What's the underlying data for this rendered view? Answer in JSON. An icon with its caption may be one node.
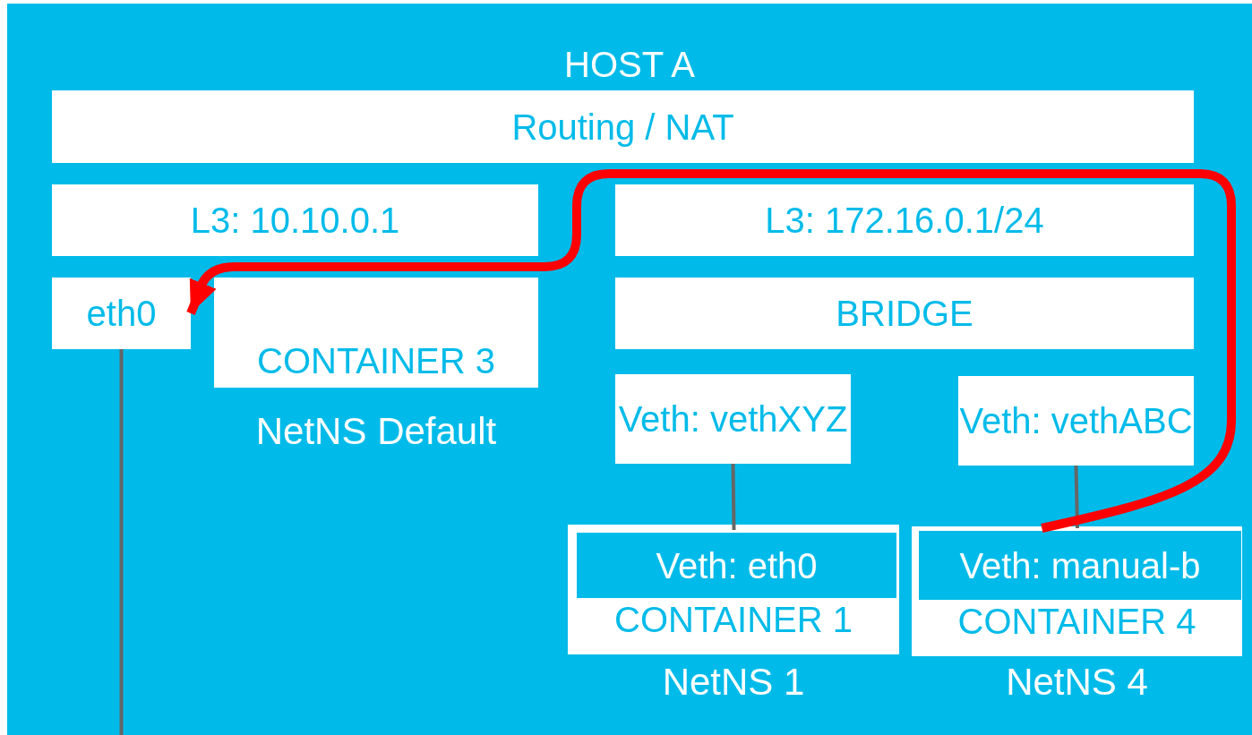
{
  "diagram": {
    "nodes": [
      {
        "text": [
          "HOST A"
        ]
      },
      {
        "text": [
          "Routing / NAT"
        ],
        "in": 0
      },
      {
        "text": [
          "L3: 10.10.0.1"
        ],
        "in": 0
      },
      {
        "text": [
          "L3: 172.16.0.1/24"
        ],
        "in": 0
      },
      {
        "text": [
          "eth0"
        ],
        "in": 0
      },
      {
        "text": [
          "CONTAINER 3"
        ],
        "in": 0
      },
      {
        "text": [
          "BRIDGE"
        ],
        "in": 0
      },
      {
        "text": [
          "Veth: vethXYZ"
        ],
        "in": 0
      },
      {
        "text": [
          "Veth: vethABC"
        ],
        "in": 0
      },
      {
        "text": [
          "CONTAINER 1"
        ],
        "in": 0,
        "beside": [
          "NetNS 1"
        ]
      },
      {
        "text": [
          "Veth: eth0"
        ],
        "in": 9
      },
      {
        "text": [
          "CONTAINER 4"
        ],
        "in": 0,
        "beside": [
          "NetNS 4"
        ]
      },
      {
        "text": [
          "Veth: manual-b"
        ],
        "in": 11
      }
    ],
    "edges": [
      {
        "from": 7,
        "to": 10,
        "arrow": "none"
      },
      {
        "from": 8,
        "to": 12,
        "arrow": "none"
      },
      {
        "from": 4,
        "to": null,
        "arrow": "none"
      },
      {
        "from": 12,
        "to": 4,
        "arrow": "to",
        "style": "thick",
        "color": "#ff0000"
      }
    ],
    "labels": [
      "NetNS Default"
    ]
  }
}
